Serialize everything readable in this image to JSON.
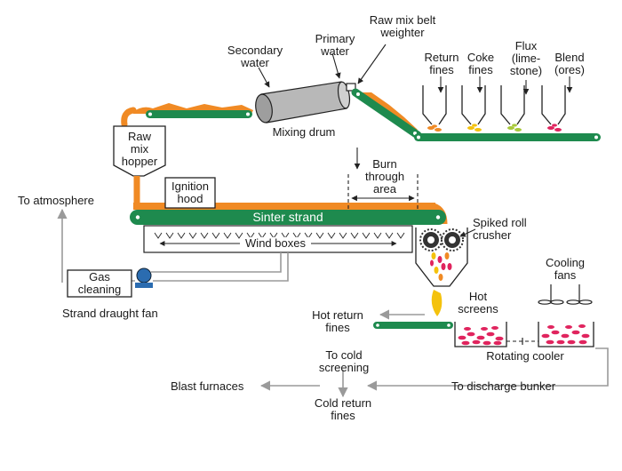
{
  "colors": {
    "green": "#1e8a4e",
    "orange": "#f08a24",
    "gray": "#9a9a9a",
    "pink": "#e0245e",
    "yellow": "#f4c20d",
    "drum": "#b8b8b8",
    "fan": "#2b6cb0"
  },
  "labels": {
    "raw_mix_belt_weighter": "Raw mix belt\nweighter",
    "secondary_water": "Secondary\nwater",
    "primary_water": "Primary\nwater",
    "return_fines": "Return\nfines",
    "coke_fines": "Coke\nfines",
    "flux": "Flux\n(lime-\nstone)",
    "blend": "Blend\n(ores)",
    "mixing_drum": "Mixing drum",
    "raw_mix_hopper": "Raw\nmix\nhopper",
    "burn_through_area": "Burn\nthrough\narea",
    "ignition_hood": "Ignition\nhood",
    "to_atmosphere": "To atmosphere",
    "sinter_strand": "Sinter strand",
    "spiked_roll_crusher": "Spiked roll\ncrusher",
    "wind_boxes": "Wind boxes",
    "gas_cleaning": "Gas\ncleaning",
    "cooling_fans": "Cooling\nfans",
    "strand_draught_fan": "Strand draught fan",
    "hot_screens": "Hot\nscreens",
    "hot_return_fines": "Hot return\nfines",
    "rotating_cooler": "Rotating cooler",
    "to_cold_screening": "To cold\nscreening",
    "blast_furnaces": "Blast furnaces",
    "to_discharge_bunker": "To discharge bunker",
    "cold_return_fines": "Cold return\nfines"
  }
}
